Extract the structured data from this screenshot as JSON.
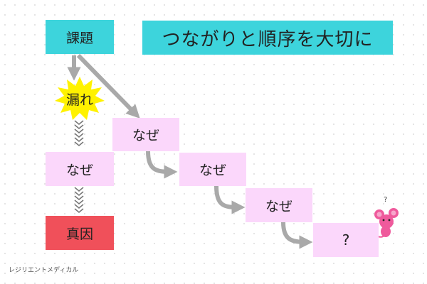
{
  "title": "つながりと順序を大切に",
  "issue": "課題",
  "leak": "漏れ",
  "why_left": "なぜ",
  "root_cause": "真因",
  "why_chain": [
    "なぜ",
    "なぜ",
    "なぜ"
  ],
  "unknown": "?",
  "mouse_question": "?",
  "footer": "レジリエントメディカル",
  "colors": {
    "teal": "#3dd4dc",
    "pink_box": "#fbd7fb",
    "red_box": "#f0505a",
    "burst": "#fff200",
    "arrow": "#a9a9a9",
    "mouse": "#ef5a9c"
  },
  "icons": [
    "starburst-icon",
    "chevron-down-icon",
    "mouse-icon"
  ]
}
